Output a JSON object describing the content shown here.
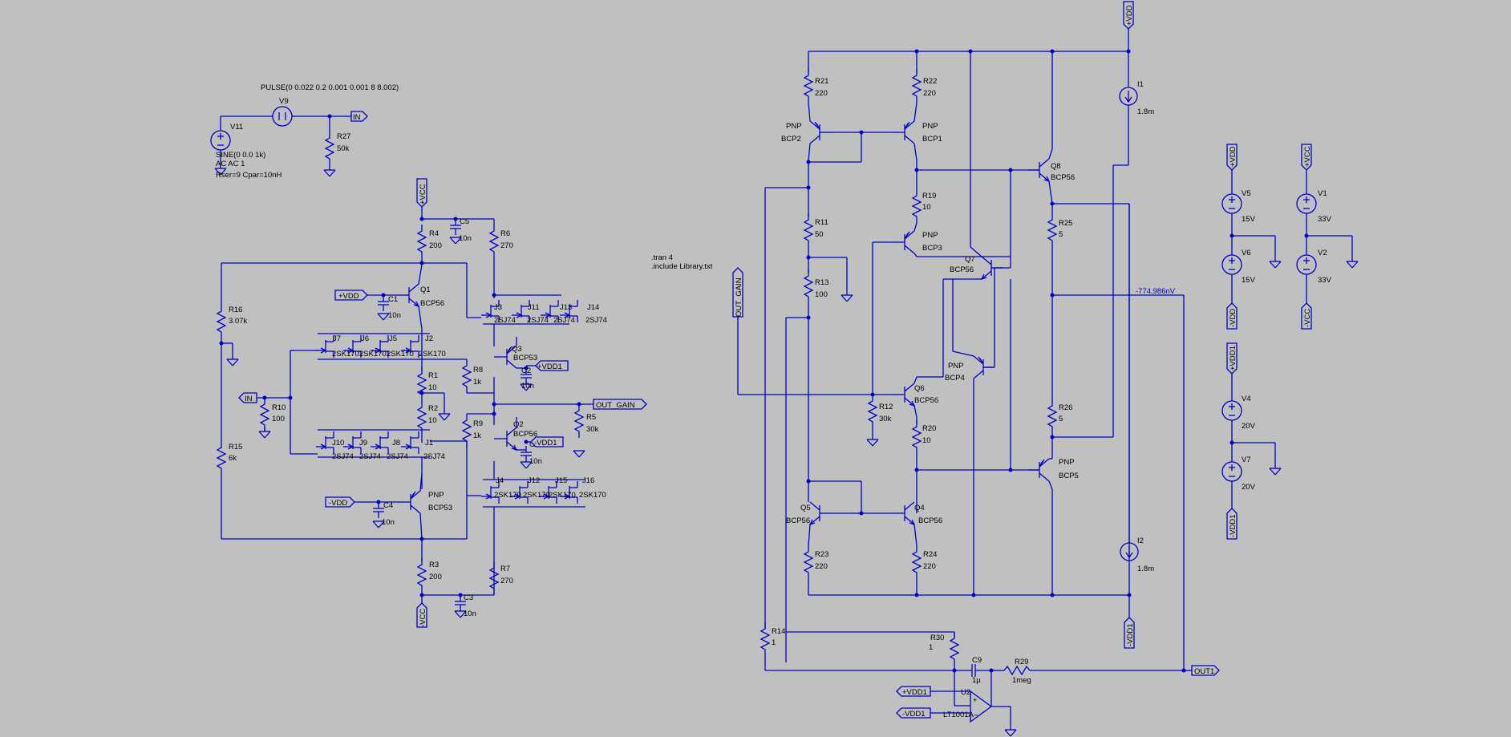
{
  "colors": {
    "background": "#c0c0c0",
    "wire": "#0000c8",
    "text": "#000000"
  },
  "directives": {
    "tran": ".tran 4",
    "include": ".include Library.txt"
  },
  "probe": {
    "voltage": "-774.986nV"
  },
  "sources": {
    "pulse_expr": "PULSE(0 0.022 0.2 0.001 0.001 8 8.002)",
    "sine_expr": "SINE(0 0.0 1k)",
    "ac": "AC AC 1",
    "parasitics": "Rser=9 Cpar=10nH"
  },
  "labels": {
    "V9": "V9",
    "V11": "V11",
    "R27": "R27",
    "R27v": "50k",
    "R16": "R16",
    "R16v": "3.07k",
    "R15": "R15",
    "R15v": "6k",
    "R10": "R10",
    "R10v": "100",
    "R4": "R4",
    "R4v": "200",
    "C5": "C5",
    "C5v": "10n",
    "R6": "R6",
    "R6v": "270",
    "C1": "C1",
    "C1v": "10n",
    "Q1": "Q1",
    "Q1v": "BCP56",
    "J7": "J7",
    "J6": "J6",
    "J5": "J5",
    "J2": "J2",
    "J7v": "2SK170",
    "J6v": "2SK170",
    "J5v": "2SK170",
    "J2v": "2SK170",
    "R1": "R1",
    "R1v": "10",
    "R2": "R2",
    "R2v": "10",
    "R8": "R8",
    "R8v": "1k",
    "R9": "R9",
    "R9v": "1k",
    "J10": "J10",
    "J9": "J9",
    "J8": "J8",
    "J1": "J1",
    "J10v": "2SJ74",
    "J9v": "2SJ74",
    "J8v": "2SJ74",
    "J1v": "2SJ74",
    "J3": "J3",
    "J11": "J11",
    "J13": "J13",
    "J14": "J14",
    "J3v": "2SJ74",
    "J11v": "2SJ74",
    "J13v": "2SJ74",
    "J14v": "2SJ74",
    "Q3": "Q3",
    "Q3v": "BCP53",
    "C2": "C2",
    "C2v": "10n",
    "R5": "R5",
    "R5v": "30k",
    "Q2": "Q2",
    "Q2v": "BCP56",
    "C6": "C6",
    "C6v": "10n",
    "J4": "J4",
    "J12": "J12",
    "J15": "J15",
    "J16": "J16",
    "J4v": "2SK170",
    "J12v": "2SK170",
    "J15v": "2SK170",
    "J16v": "2SK170",
    "Qpnp": "PNP",
    "Qpnpv": "BCP53",
    "C4": "C4",
    "C4v": "10n",
    "R3": "R3",
    "R3v": "200",
    "R7": "R7",
    "R7v": "270",
    "C3": "C3",
    "C3v": "10n",
    "R21": "R21",
    "R21v": "220",
    "R22": "R22",
    "R22v": "220",
    "BCP2a": "PNP",
    "BCP2": "BCP2",
    "BCP1a": "PNP",
    "BCP1": "BCP1",
    "R19": "R19",
    "R19v": "10",
    "BCP3a": "PNP",
    "BCP3": "BCP3",
    "R11": "R11",
    "R11v": "50",
    "R13": "R13",
    "R13v": "100",
    "Q7": "Q7",
    "Q7v": "BCP56",
    "Q8": "Q8",
    "Q8v": "BCP56",
    "R25": "R25",
    "R25v": "5",
    "I1": "I1",
    "I1v": "1.8m",
    "BCP4a": "PNP",
    "BCP4": "BCP4",
    "Q6": "Q6",
    "Q6v": "BCP56",
    "R12": "R12",
    "R12v": "30k",
    "R20": "R20",
    "R20v": "10",
    "R26": "R26",
    "R26v": "5",
    "BCP5a": "PNP",
    "BCP5": "BCP5",
    "Q5": "Q5",
    "Q5v": "BCP56",
    "Q4": "Q4",
    "Q4v": "BCP56",
    "R23": "R23",
    "R23v": "220",
    "R24": "R24",
    "R24v": "220",
    "I2": "I2",
    "I2v": "1.8m",
    "R14": "R14",
    "R14v": "1",
    "R30": "R30",
    "R30v": "1",
    "C9": "C9",
    "C9v": "1µ",
    "R29": "R29",
    "R29v": "1meg",
    "U2": "U2",
    "U2v": "LT1001A",
    "V5": "V5",
    "V5v": "15V",
    "V6": "V6",
    "V6v": "15V",
    "V1": "V1",
    "V1v": "33V",
    "V2": "V2",
    "V2v": "33V",
    "V4": "V4",
    "V4v": "20V",
    "V7": "V7",
    "V7v": "20V"
  },
  "net_flags": {
    "IN_top": "IN",
    "IN_left": "IN",
    "OUT_GAIN": "OUT_GAIN",
    "OUT_GAIN_v": "OUT_GAIN",
    "OUT1": "OUT1",
    "VCC_top": "+VCC",
    "VCC_bot": "-VCC",
    "VDD_pos": "+VDD",
    "VDD_neg": "-VDD",
    "VDD1_pos": "+VDD1",
    "VDD1_neg": "-VDD1",
    "VDD_top_r": "+VDD",
    "VDD1_bot_r": "-VDD1",
    "U2_pos": "+VDD1",
    "U2_neg": "-VDD1",
    "V5_top": "+VDD",
    "V6_bot": "-VDD",
    "V1_top": "+VCC",
    "V2_bot": "-VCC",
    "V4_top": "+VDD1",
    "V7_bot": "-VDD1"
  }
}
